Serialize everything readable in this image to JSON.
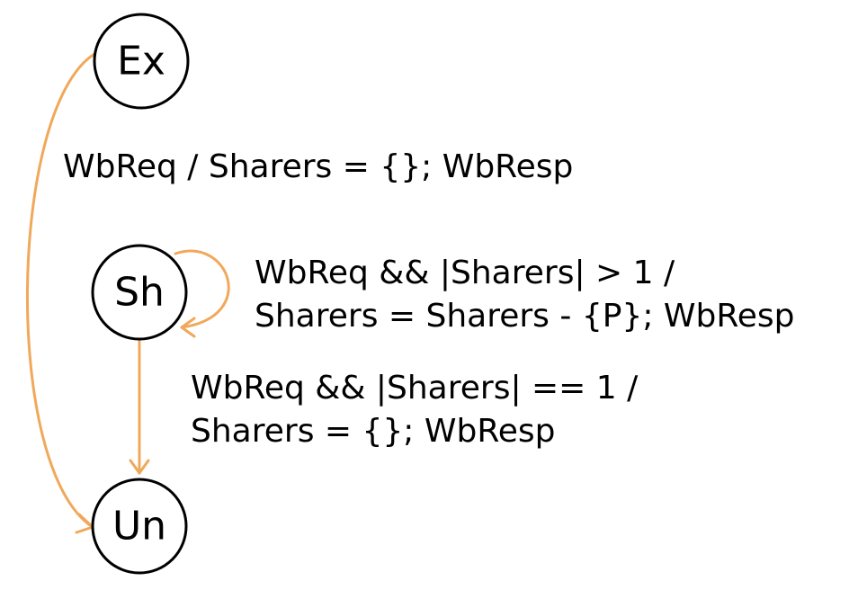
{
  "colors": {
    "state_stroke": "#000000",
    "edge": "#F0A95A",
    "text": "#000000"
  },
  "states": {
    "ex": "Ex",
    "sh": "Sh",
    "un": "Un"
  },
  "transitions": {
    "ex_to_un": [
      "WbReq / Sharers = {}; WbResp"
    ],
    "sh_self_loop": [
      "WbReq && |Sharers| > 1 /",
      "Sharers = Sharers - {P}; WbResp"
    ],
    "sh_to_un": [
      "WbReq && |Sharers| == 1 /",
      "Sharers = {}; WbResp"
    ]
  }
}
